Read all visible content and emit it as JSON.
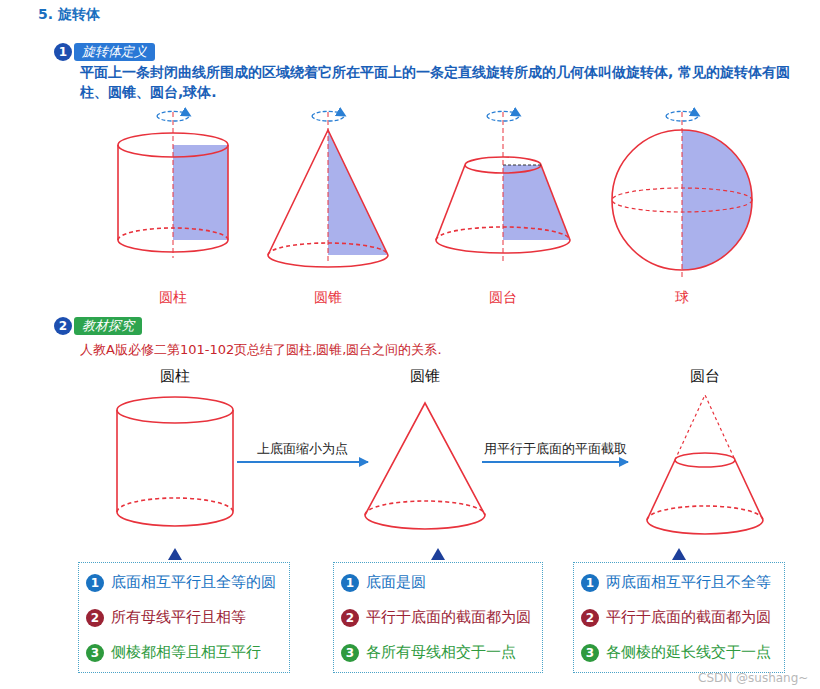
{
  "diagram": {
    "title": "5. 旋转体",
    "nodes": [
      {
        "text": [
          "旋转体定义"
        ]
      },
      {
        "text": [
          "教材探究"
        ]
      },
      {
        "text": [
          "圆柱"
        ]
      },
      {
        "text": [
          "圆锥"
        ]
      },
      {
        "text": [
          "圆台"
        ]
      },
      {
        "text": [
          "底面相互平行且全等的圆",
          "所有母线平行且相等",
          "侧棱都相等且相互平行"
        ]
      },
      {
        "text": [
          "底面是圆",
          "平行于底面的截面都为圆",
          "各所有母线相交于一点"
        ]
      },
      {
        "text": [
          "两底面相互平行且不全等",
          "平行于底面的截面都为圆",
          "各侧棱的延长线交于一点"
        ]
      }
    ],
    "edges": [
      {
        "from": 2,
        "to": 3,
        "arrow": "to",
        "label": "上底面缩小为点"
      },
      {
        "from": 3,
        "to": 4,
        "arrow": "to",
        "label": "用平行于底面的平面截取"
      }
    ],
    "labels": [
      "平面上一条封闭曲线所围成的区域绕着它所在平面上的一条定直线旋转所成的几何体叫做旋转体, 常见的旋转体有圆柱、圆锥、圆台,球体.",
      "圆柱",
      "圆锥",
      "圆台",
      "球",
      "1",
      "2",
      "人教A版必修二第101-102页总结了圆柱,圆锥,圆台之间的关系.",
      "1",
      "2",
      "3",
      "1",
      "2",
      "3",
      "1",
      "2",
      "3",
      "CSDN @sushang~"
    ]
  }
}
